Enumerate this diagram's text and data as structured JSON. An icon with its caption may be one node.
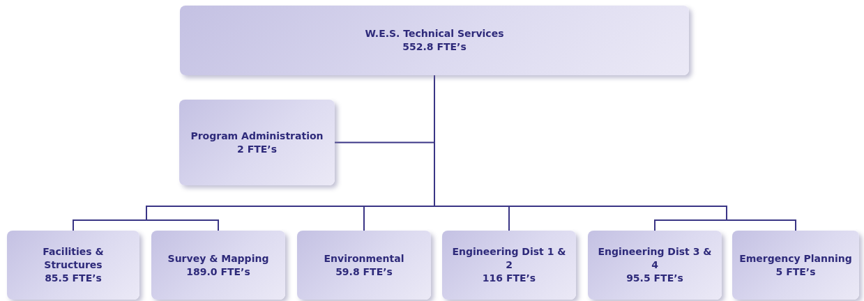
{
  "diagram": {
    "nodes": [
      {
        "text": [
          "W.E.S. Technical Services",
          "552.8 FTE’s"
        ]
      },
      {
        "text": [
          "Program Administration",
          "2 FTE’s"
        ]
      },
      {
        "text": [
          "Facilities & Structures",
          "85.5 FTE’s"
        ]
      },
      {
        "text": [
          "Survey & Mapping",
          "189.0 FTE’s"
        ]
      },
      {
        "text": [
          "Environmental",
          "59.8 FTE’s"
        ]
      },
      {
        "text": [
          "Engineering Dist 1 & 2",
          "116 FTE’s"
        ]
      },
      {
        "text": [
          "Engineering Dist 3 & 4",
          "95.5 FTE’s"
        ]
      },
      {
        "text": [
          "Emergency Planning",
          "5 FTE’s"
        ]
      }
    ],
    "edges": [
      {
        "from": 0,
        "to": 1,
        "arrow": "none"
      },
      {
        "from": 0,
        "to": 2,
        "arrow": "none"
      },
      {
        "from": 0,
        "to": 3,
        "arrow": "none"
      },
      {
        "from": 0,
        "to": 4,
        "arrow": "none"
      },
      {
        "from": 0,
        "to": 5,
        "arrow": "none"
      },
      {
        "from": 0,
        "to": 6,
        "arrow": "none"
      },
      {
        "from": 0,
        "to": 7,
        "arrow": "none"
      }
    ]
  }
}
